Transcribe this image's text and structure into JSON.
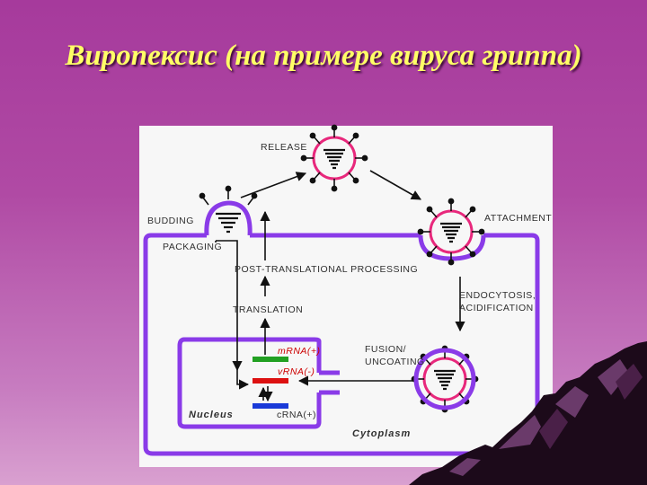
{
  "slide": {
    "title": "Виропексис (на примере вируса гриппа)"
  },
  "diagram": {
    "labels": {
      "release": "RELEASE",
      "budding": "BUDDING",
      "packaging": "PACKAGING",
      "attachment": "ATTACHMENT",
      "post_translational": "POST-TRANSLATIONAL PROCESSING",
      "translation": "TRANSLATION",
      "endocytosis_1": "ENDOCYTOSIS,",
      "endocytosis_2": "ACIDIFICATION",
      "fusion_1": "FUSION/",
      "fusion_2": "UNCOATING",
      "mrna": "mRNA(+)",
      "vrna": "vRNA(-)",
      "crna": "cRNA(+)",
      "nucleus": "Nucleus",
      "cytoplasm": "Cytoplasm"
    },
    "colors": {
      "membrane": "#8a3be8",
      "virion_envelope": "#e8287c",
      "mrna": "#22a022",
      "vrna": "#dd1111",
      "crna": "#1a3ad8",
      "text_accent": "#cc0000"
    }
  }
}
